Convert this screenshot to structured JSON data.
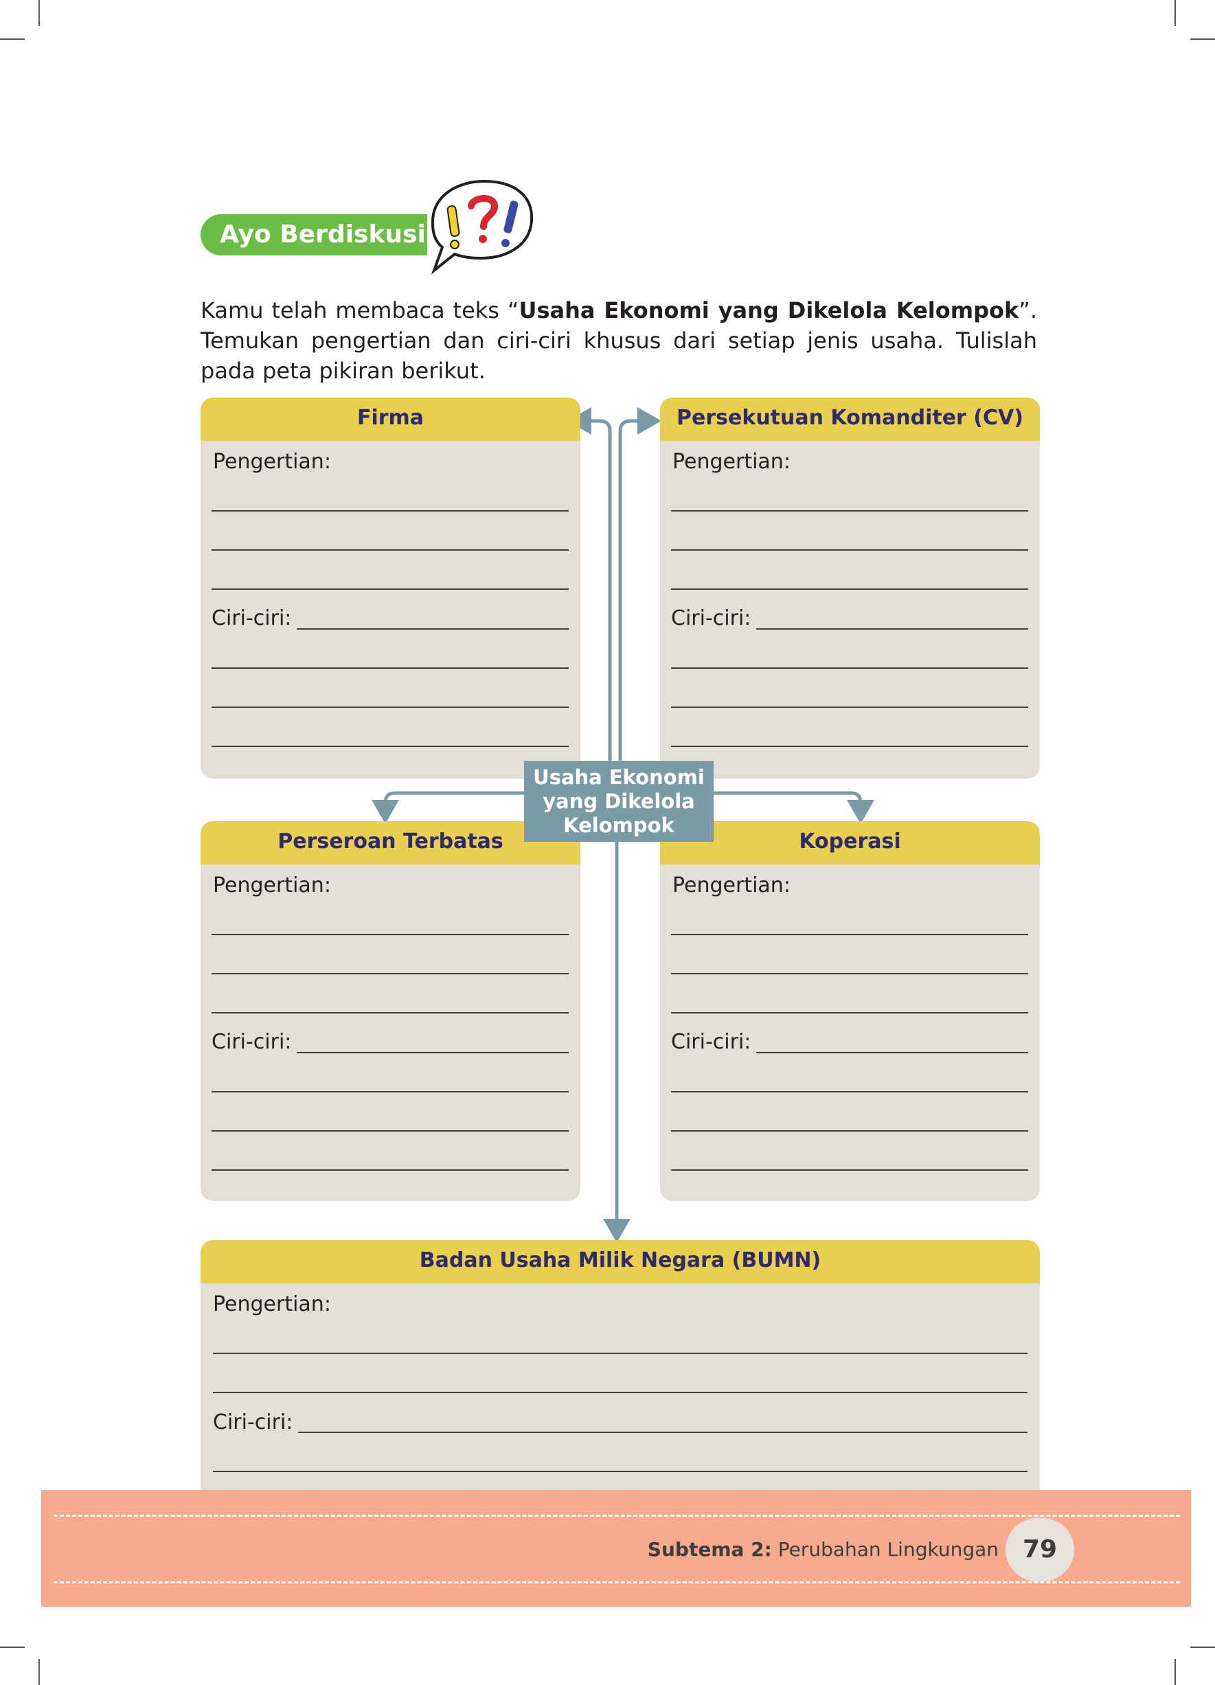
{
  "section_badge": {
    "label": "Ayo Berdiskusi"
  },
  "intro": {
    "part1": "Kamu telah membaca teks “",
    "title_bold": "Usaha Ekonomi yang Dikelola Kelompok",
    "part2": "”. Temukan pengertian dan ciri-ciri khusus dari setiap jenis usaha. Tulislah pada peta pikiran berikut."
  },
  "center_node": {
    "line1": "Usaha Ekonomi",
    "line2": "yang Dikelola",
    "line3": "Kelompok"
  },
  "cards": {
    "firma": {
      "title": "Firma",
      "pengertian_label": "Pengertian:",
      "ciri_label": "Ciri-ciri:"
    },
    "cv": {
      "title": "Persekutuan Komanditer (CV)",
      "pengertian_label": "Pengertian:",
      "ciri_label": "Ciri-ciri:"
    },
    "pt": {
      "title": "Perseroan Terbatas",
      "pengertian_label": "Pengertian:",
      "ciri_label": "Ciri-ciri:"
    },
    "koperasi": {
      "title": "Koperasi",
      "pengertian_label": "Pengertian:",
      "ciri_label": "Ciri-ciri:"
    },
    "bumn": {
      "title": "Badan Usaha Milik Negara (BUMN)",
      "pengertian_label": "Pengertian:",
      "ciri_label": "Ciri-ciri:"
    }
  },
  "footer": {
    "subtheme_label": "Subtema 2:",
    "subtheme_name": "Perubahan Lingkungan",
    "page_number": "79"
  },
  "colors": {
    "green_badge": "#6cbd45",
    "card_header": "#e8cf4f",
    "card_body": "#e4dfd6",
    "connector": "#7b9aa8",
    "footer": "#f7aa8e"
  }
}
